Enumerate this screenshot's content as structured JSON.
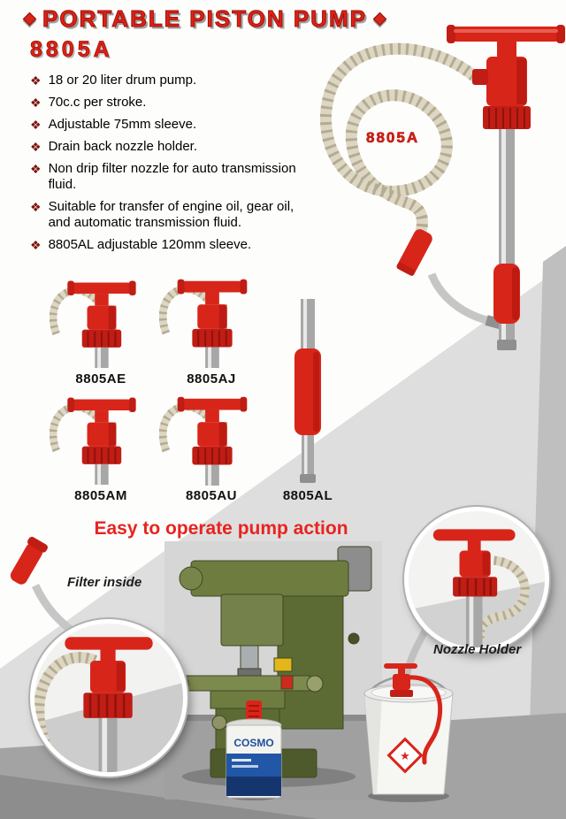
{
  "header": {
    "title": "PORTABLE PISTON PUMP"
  },
  "product": {
    "model": "8805A",
    "hero_label": "8805A"
  },
  "icons": {
    "bullet": "❖"
  },
  "features": [
    "18 or 20 liter drum pump.",
    "70c.c per stroke.",
    "Adjustable 75mm sleeve.",
    "Drain back nozzle holder.",
    "Non drip filter nozzle for auto transmission fluid.",
    "Suitable for transfer of engine oil, gear oil, and automatic transmission fluid.",
    "8805AL adjustable 120mm sleeve."
  ],
  "variants": [
    {
      "code": "8805AE"
    },
    {
      "code": "8805AJ"
    },
    {
      "code": "8805AM"
    },
    {
      "code": "8805AU"
    },
    {
      "code": "8805AL"
    }
  ],
  "action_section": {
    "heading": "Easy to operate pump action",
    "filter_callout": "Filter inside",
    "nozzle_callout": "Nozzle Holder"
  },
  "photos": {
    "can_brand": "COSMO"
  },
  "colors": {
    "accent_red": "#d8251a",
    "heading_red": "#e8231f",
    "hose_beige": "#ddd6c2"
  }
}
